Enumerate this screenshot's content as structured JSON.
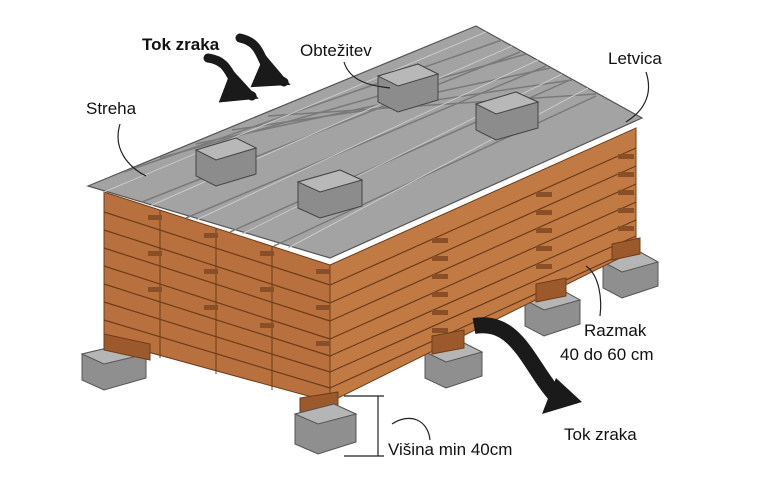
{
  "labels": {
    "airflow_top": "Tok zraka",
    "weight": "Obtežitev",
    "batten": "Letvica",
    "roof": "Streha",
    "spacing_line1": "Razmak",
    "spacing_line2": "40 do 60 cm",
    "airflow_bottom": "Tok zraka",
    "height": "Višina min 40cm"
  },
  "colors": {
    "wood": "#b8703e",
    "wood_dark": "#8a4f26",
    "roof": "#9a9a9a",
    "block": "#8c8c8c",
    "arrow": "#1a1a1a"
  }
}
